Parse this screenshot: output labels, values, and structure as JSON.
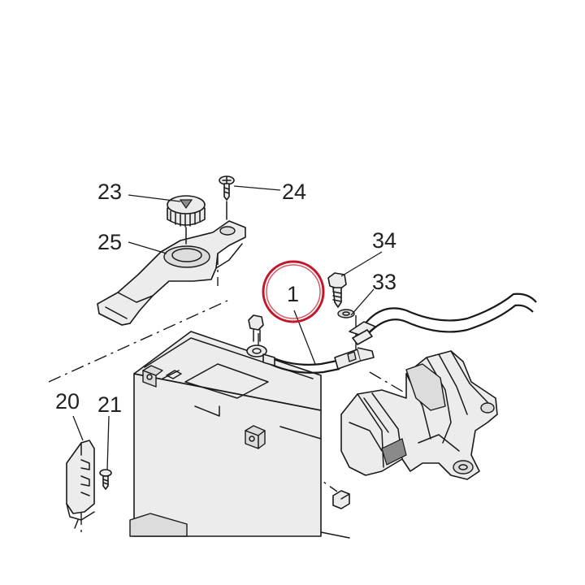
{
  "diagram": {
    "callouts": [
      {
        "id": "c23",
        "text": "23"
      },
      {
        "id": "c24",
        "text": "24"
      },
      {
        "id": "c25",
        "text": "25"
      },
      {
        "id": "c34",
        "text": "34"
      },
      {
        "id": "c33",
        "text": "33"
      },
      {
        "id": "c1",
        "text": "1"
      },
      {
        "id": "c20",
        "text": "20"
      },
      {
        "id": "c21",
        "text": "21"
      }
    ],
    "highlight": {
      "callout": "1",
      "color": "#c0182a"
    }
  }
}
